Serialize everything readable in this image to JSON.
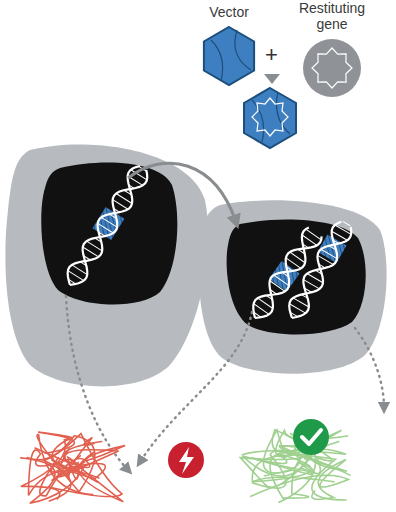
{
  "diagram": {
    "nodes": [
      {
        "text": [
          "Vector"
        ]
      },
      {
        "text": [
          "Restituting gene"
        ]
      }
    ],
    "labels": [
      "+"
    ]
  }
}
